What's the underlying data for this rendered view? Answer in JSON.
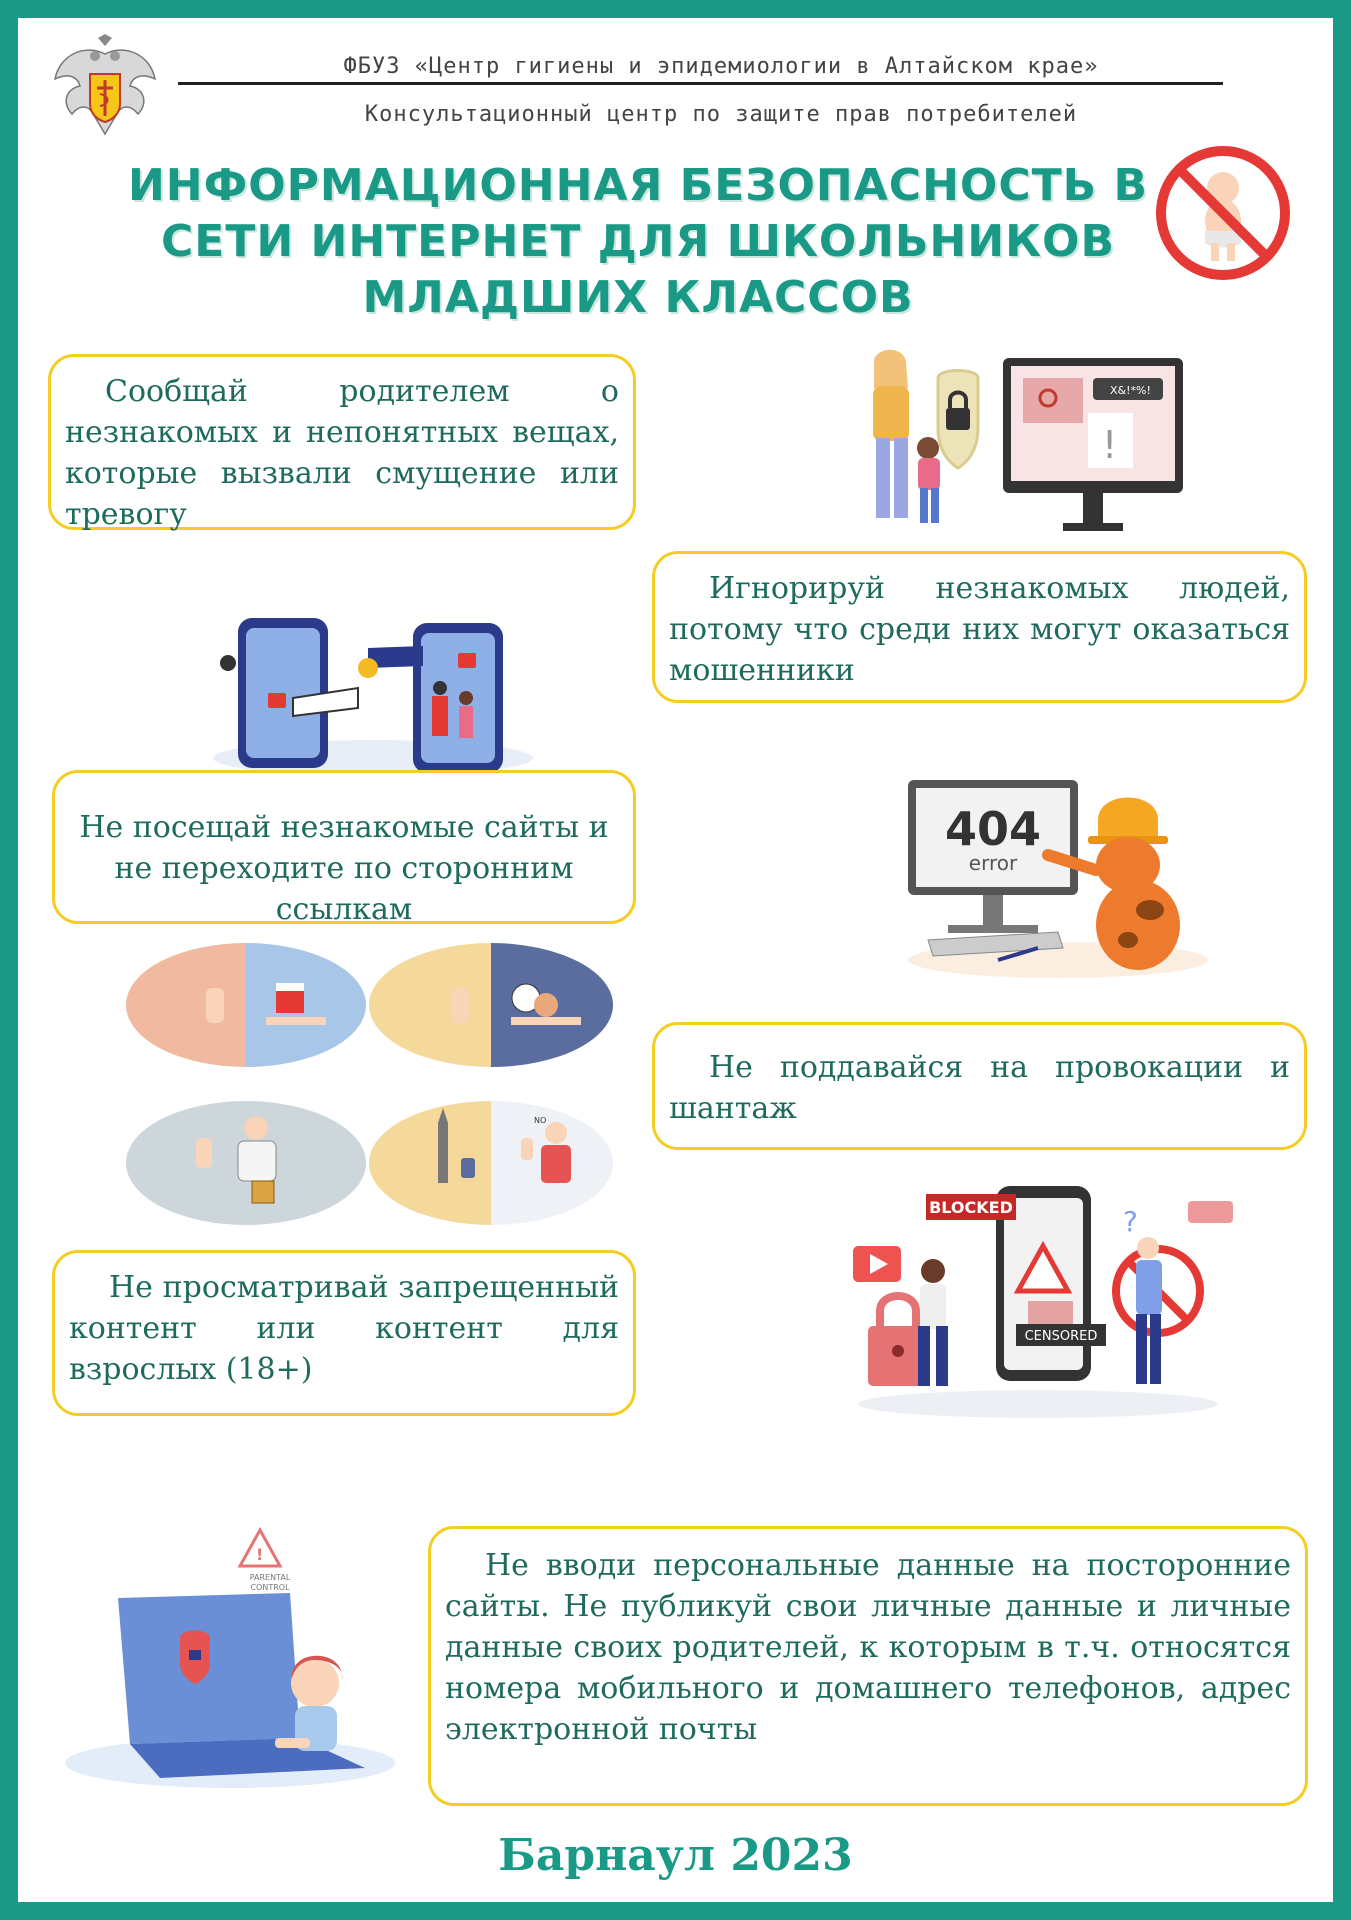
{
  "header": {
    "org_line": "ФБУЗ «Центр гигиены и эпидемиологии в Алтайском крае»",
    "sub_line": "Консультационный центр по защите прав потребителей"
  },
  "title": {
    "line1": "ИНФОРМАЦИОННАЯ БЕЗОПАСНОСТЬ В",
    "line2": "СЕТИ ИНТЕРНЕТ ДЛЯ ШКОЛЬНИКОВ",
    "line3": "МЛАДШИХ КЛАССОВ"
  },
  "tips": [
    "Сообщай родителем о  незнакомых и непонятных вещах, которые вызвали смущение или тревогу",
    "Игнорируй незнакомых людей, потому что среди них могут оказаться мошенники",
    "Не посещай незнакомые сайты и не переходите по сторонним ссылкам",
    "Не поддавайся на провокации и шантаж",
    "Не просматривай запрещенный контент или контент для взрослых (18+)",
    "Не вводи персональные данные на посторонние сайты. Не публикуй свои личные данные и личные данные своих родителей, к которым в т.ч. относятся номера мобильного и домашнего телефонов, адрес электронной почты"
  ],
  "illustrations": {
    "error_code": "404",
    "error_word": "error",
    "blocked_label": "BLOCKED",
    "censored_label": "CENSORED",
    "parental_label_1": "PARENTAL",
    "parental_label_2": "CONTROL",
    "chat_symbols": "X&!*%!",
    "no_label": "NO"
  },
  "colors": {
    "frame": "#1a9a86",
    "title": "#1a9a86",
    "box_border": "#f4cc22",
    "text": "#1e6b5e"
  },
  "footer": "Барнаул 2023"
}
